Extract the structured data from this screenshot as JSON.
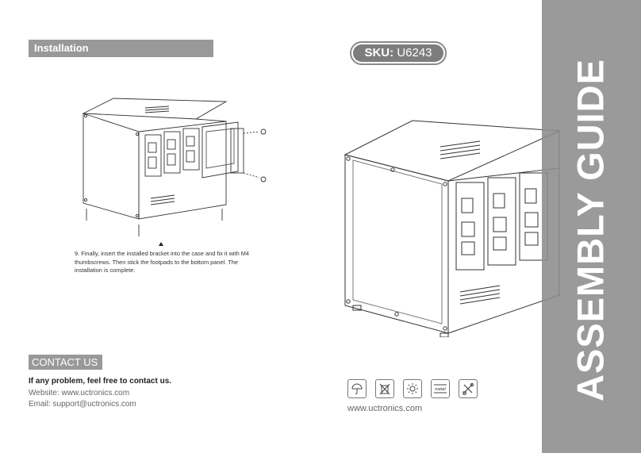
{
  "installation": {
    "heading": "Installation"
  },
  "sku": {
    "label": "SKU:",
    "code": "U6243"
  },
  "step": {
    "text": "9. Finally, insert the installed bracket into the case and fix it with M4 thumbscrews. Then stick the footpads to the bottom panel. The installation is complete."
  },
  "contact": {
    "heading": "CONTACT US",
    "title": "If any problem, feel free to contact us.",
    "website": "Website: www.uctronics.com",
    "email": "Email: support@uctronics.com"
  },
  "icons": [
    "umbrella-icon",
    "no-disposal-icon",
    "sun-icon",
    "metal-icon",
    "tools-icon"
  ],
  "metal_label": "metal",
  "footer": {
    "url": "www.uctronics.com"
  },
  "side": {
    "title": "ASSEMBLY GUIDE"
  }
}
